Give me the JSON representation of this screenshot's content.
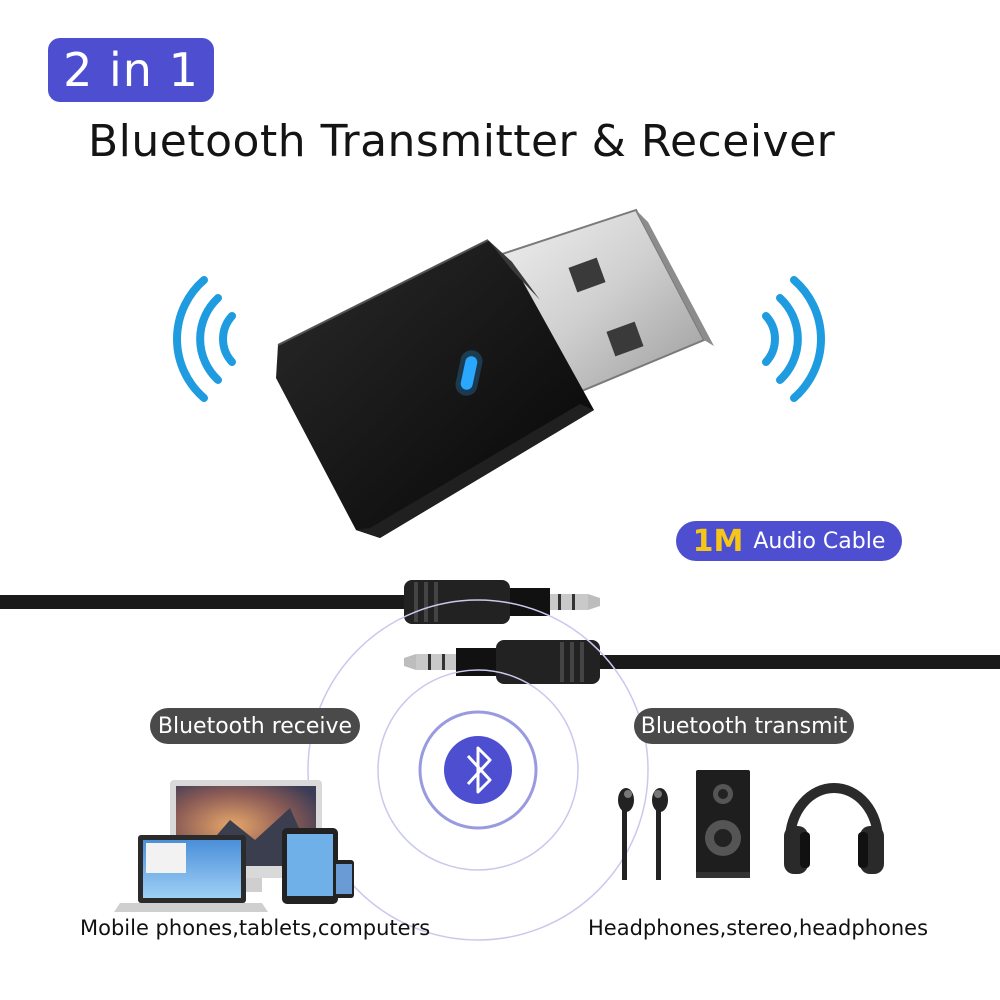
{
  "badge": {
    "text": "2 in 1"
  },
  "title": "Bluetooth Transmitter & Receiver",
  "cable_badge": {
    "length": "1M",
    "label": "Audio Cable"
  },
  "receive_label": "Bluetooth receive",
  "transmit_label": "Bluetooth transmit",
  "left_caption": "Mobile phones,tablets,computers",
  "right_caption": "Headphones,stereo,headphones",
  "colors": {
    "accent": "#4d4fd0",
    "signal_blue": "#1f9be0",
    "led_blue": "#2aa8ff",
    "cable_highlight": "#f5c518",
    "pill_gray": "#4a4a4a"
  },
  "icons": [
    "bluetooth-icon",
    "signal-waves-icon",
    "usb-dongle",
    "audio-jack",
    "imac",
    "macbook",
    "tablet",
    "smartphone",
    "earbuds",
    "speaker",
    "over-ear-headphones"
  ]
}
